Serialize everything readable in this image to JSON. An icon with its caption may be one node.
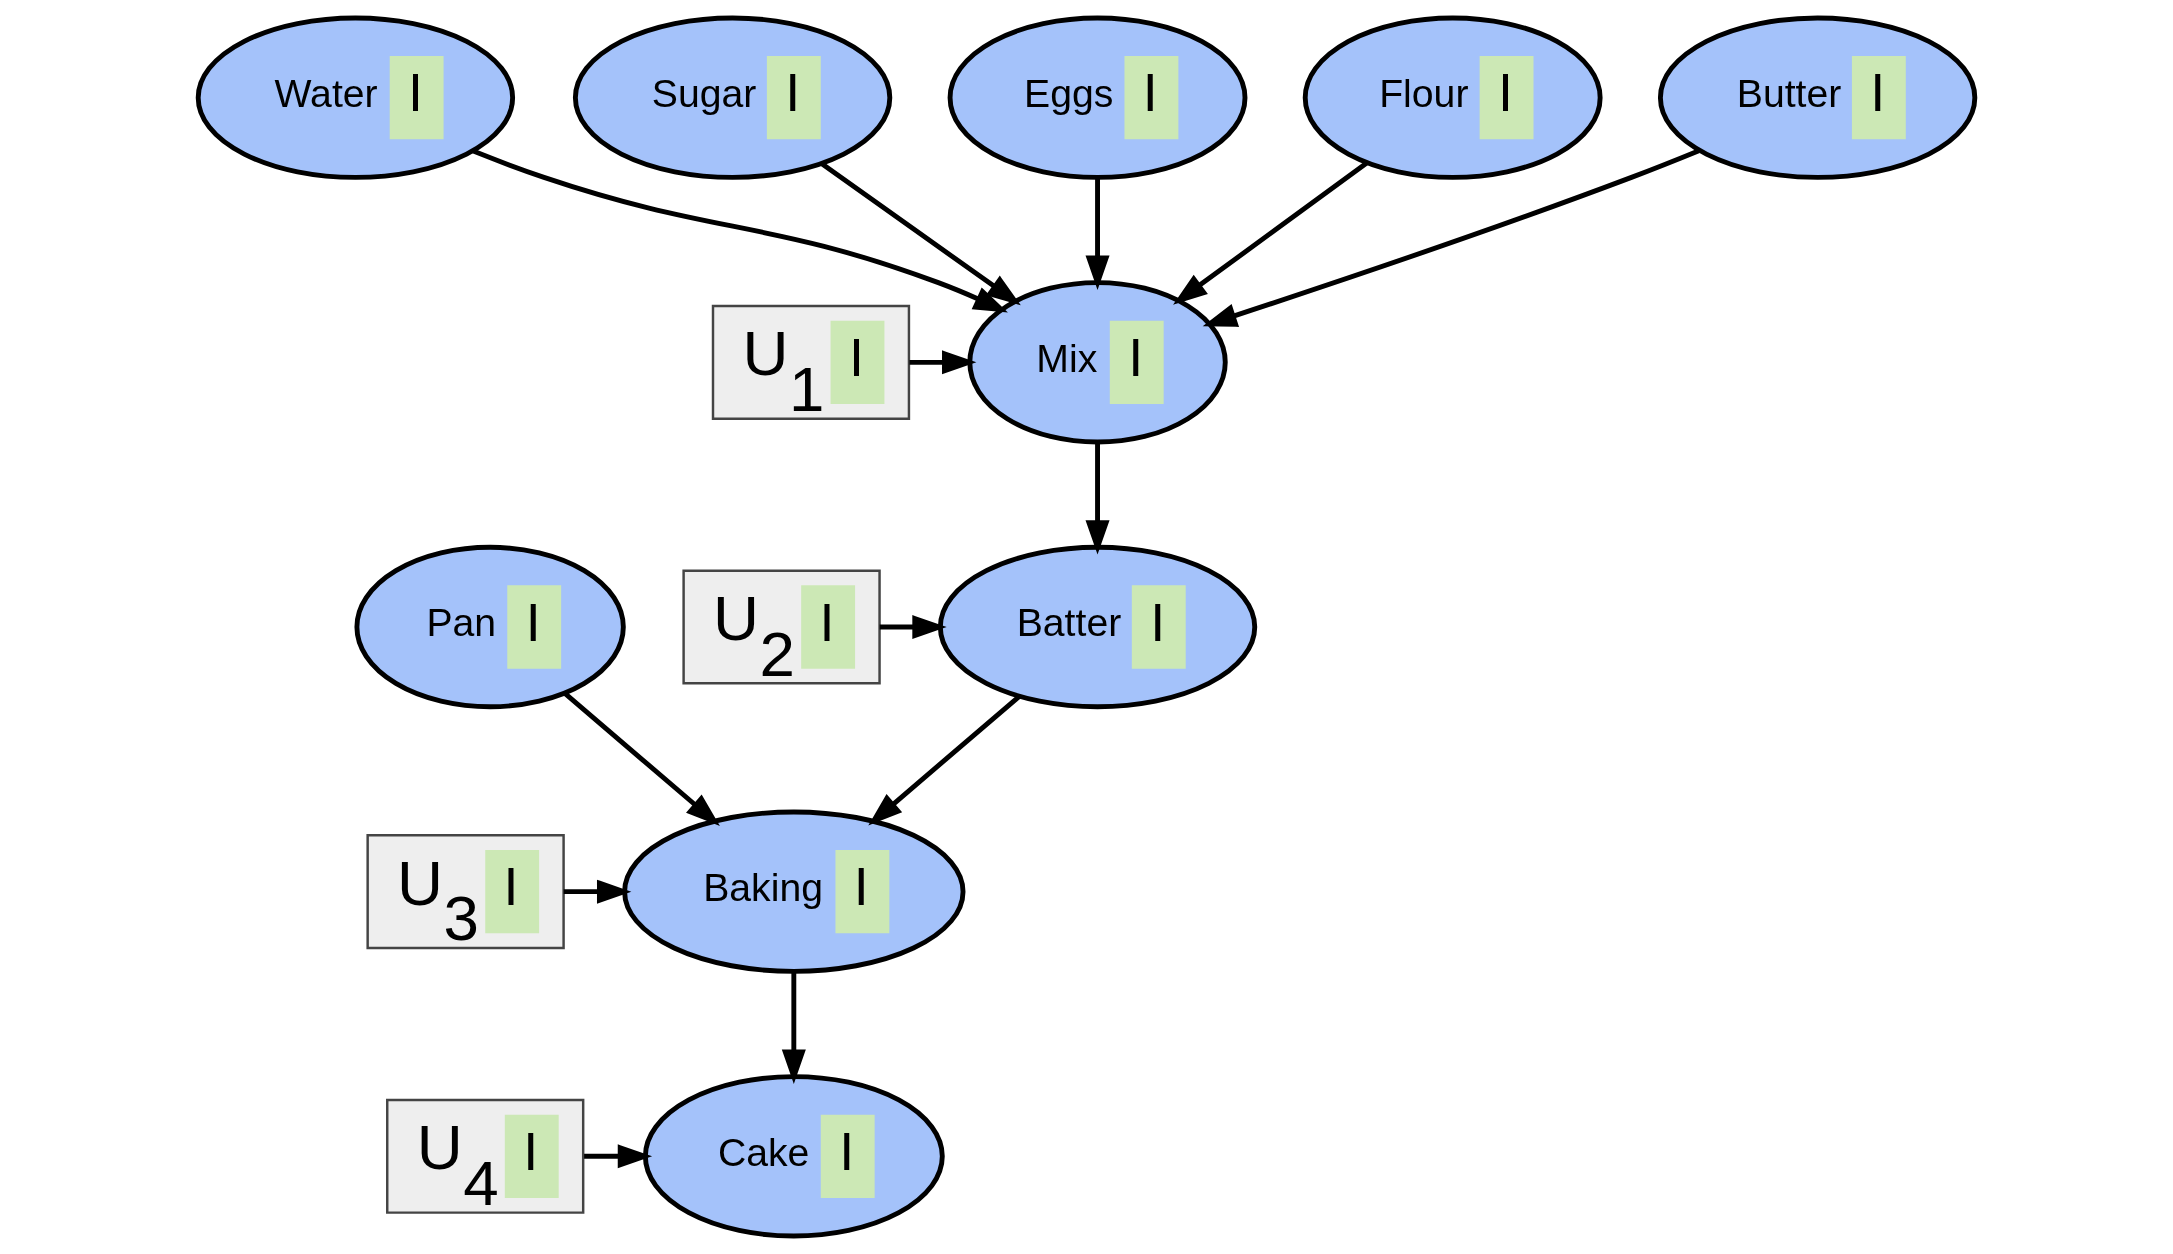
{
  "diagram": {
    "nodes": [
      {
        "text": [
          "Water",
          "I"
        ]
      },
      {
        "text": [
          "Sugar",
          "I"
        ]
      },
      {
        "text": [
          "Eggs",
          "I"
        ]
      },
      {
        "text": [
          "Flour",
          "I"
        ]
      },
      {
        "text": [
          "Butter",
          "I"
        ]
      },
      {
        "text": [
          "U$_{1}$",
          "I"
        ]
      },
      {
        "text": [
          "Mix",
          "I"
        ]
      },
      {
        "text": [
          "U$_{2}$",
          "I"
        ]
      },
      {
        "text": [
          "Batter",
          "I"
        ]
      },
      {
        "text": [
          "Pan",
          "I"
        ]
      },
      {
        "text": [
          "U$_{3}$",
          "I"
        ]
      },
      {
        "text": [
          "Baking",
          "I"
        ]
      },
      {
        "text": [
          "U$_{4}$",
          "I"
        ]
      },
      {
        "text": [
          "Cake",
          "I"
        ]
      }
    ],
    "edges": [
      {
        "from": 0,
        "to": 6,
        "arrow": "to"
      },
      {
        "from": 1,
        "to": 6,
        "arrow": "to"
      },
      {
        "from": 2,
        "to": 6,
        "arrow": "to"
      },
      {
        "from": 3,
        "to": 6,
        "arrow": "to"
      },
      {
        "from": 4,
        "to": 6,
        "arrow": "to"
      },
      {
        "from": 5,
        "to": 6,
        "arrow": "to"
      },
      {
        "from": 6,
        "to": 8,
        "arrow": "to"
      },
      {
        "from": 7,
        "to": 8,
        "arrow": "to"
      },
      {
        "from": 8,
        "to": 11,
        "arrow": "to"
      },
      {
        "from": 9,
        "to": 11,
        "arrow": "to"
      },
      {
        "from": 10,
        "to": 11,
        "arrow": "to"
      },
      {
        "from": 11,
        "to": 13,
        "arrow": "to"
      },
      {
        "from": 12,
        "to": 13,
        "arrow": "to"
      }
    ]
  }
}
